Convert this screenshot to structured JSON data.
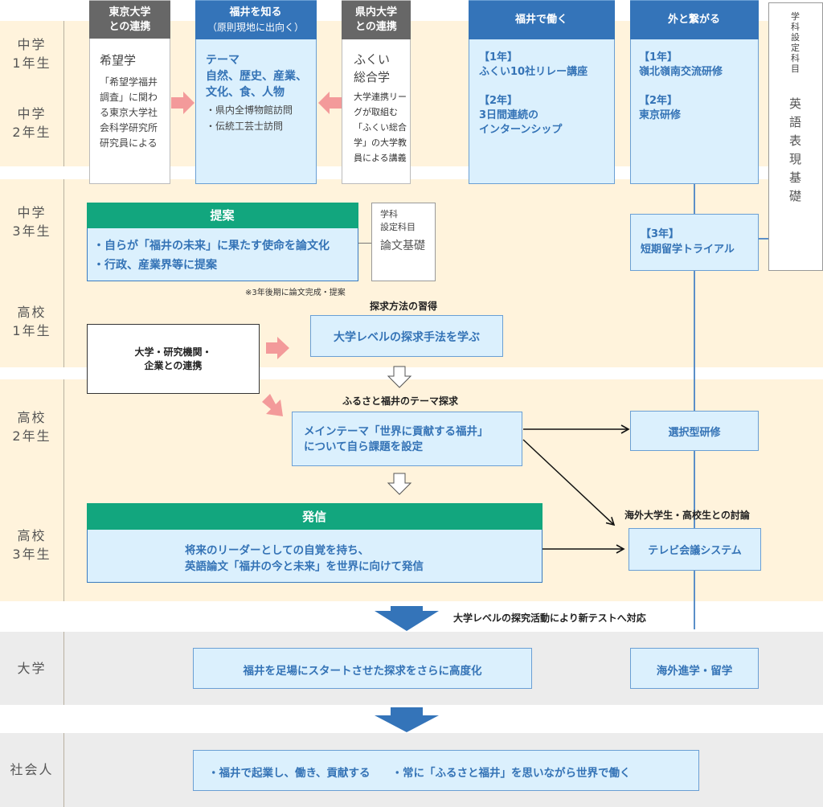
{
  "rows": {
    "jh1": "中学\n1年生",
    "jh2": "中学\n2年生",
    "jh3": "中学\n3年生",
    "hs1": "高校\n1年生",
    "hs2": "高校\n2年生",
    "hs3": "高校\n3年生",
    "univ": "大学",
    "adult": "社会人"
  },
  "columns": {
    "tokyo_univ": {
      "header": "東京大学\nとの連携",
      "title": "希望学",
      "body": "「希望学福井調査」に関わる東京大学社会科学研究所研究員による"
    },
    "know_fukui": {
      "header": "福井を知る",
      "header_sub": "（原則現地に出向く）",
      "theme": "テーマ\n自然、歴史、産業、\n文化、食、人物",
      "items": [
        "・県内全博物館訪問",
        "・伝統工芸士訪問"
      ]
    },
    "pref_univ": {
      "header": "県内大学\nとの連携",
      "title": "ふくい\n総合学",
      "body": "大学連携リーグが取組む「ふくい総合学」の大学教員による講義"
    },
    "work_fukui": {
      "header": "福井で働く",
      "body": "【1年】\nふくい10社リレー講座\n\n【2年】\n3日間連続の\nインターンシップ"
    },
    "connect_out": {
      "header": "外と繋がる",
      "body": "【1年】\n嶺北嶺南交流研修\n\n【2年】\n東京研修"
    },
    "english_subject": {
      "label": "学科設定科目",
      "title": "英語表現基礎"
    }
  },
  "proposal": {
    "header": "提案",
    "items": [
      "・自らが「福井の未来」に果たす使命を論文化",
      "・行政、産業界等に提案"
    ],
    "note": "※3年後期に論文完成・提案"
  },
  "thesis_subject": {
    "label": "学科\n設定科目",
    "title": "論文基礎"
  },
  "study_abroad_trial": "【3年】\n短期留学トライアル",
  "inquiry_methods": {
    "caption": "探求方法の習得",
    "body": "大学レベルの探求手法を学ぶ"
  },
  "partnership": "大学・研究機関・\n企業との連携",
  "hometown_inquiry": {
    "caption": "ふるさと福井のテーマ探求",
    "body": "メインテーマ「世界に貢献する福井」\nについて自ら課題を設定"
  },
  "elective_training": "選択型研修",
  "overseas_discussion": {
    "caption": "海外大学生・高校生との討論",
    "body": "テレビ会議システム"
  },
  "broadcast": {
    "header": "発信",
    "body": "将来のリーダーとしての自覚を持ち、\n英語論文「福井の今と未来」を世界に向けて発信"
  },
  "new_test_note": "大学レベルの探究活動により新テストへ対応",
  "university": {
    "main": "福井を足場にスタートさせた探求をさらに高度化",
    "abroad": "海外進学・留学"
  },
  "adult_goals": "・福井で起業し、働き、貢献する　　・常に「ふるさと福井」を思いながら世界で働く",
  "colors": {
    "cream": "#fff3dc",
    "gray_band": "#ececec",
    "header_gray": "#676767",
    "header_blue": "#3474b9",
    "header_green": "#12a67e",
    "box_blue_fill": "#dbf0fd",
    "box_blue_text": "#3473b6",
    "pink_arrow": "#f39a9a",
    "down_arrow_blue": "#3474b9"
  }
}
